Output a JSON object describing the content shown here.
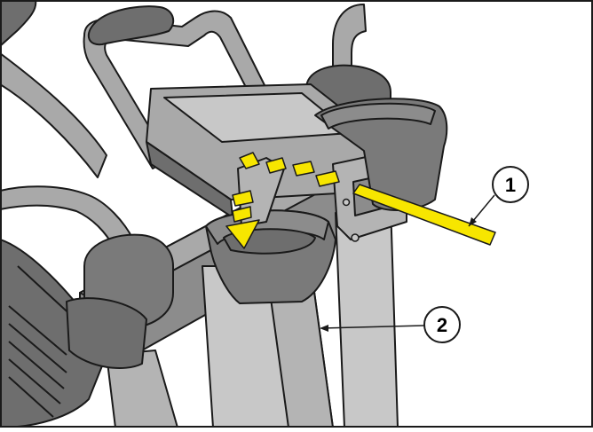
{
  "figure": {
    "style": "technical-line-illustration",
    "subject": "exercise-machine-console-bracket-assembly"
  },
  "colors": {
    "outline": "#1a1a1a",
    "handle_dark": "#6e6e6e",
    "handle_light": "#a9a9a9",
    "body_mid": "#8c8c8c",
    "body_light": "#b4b4b4",
    "body_lighter": "#c8c8c8",
    "cup_dark": "#7a7a7a",
    "strip_yellow": "#f7e600",
    "background": "#ffffff"
  },
  "callouts": [
    {
      "id": "1",
      "label": "1"
    },
    {
      "id": "2",
      "label": "2"
    }
  ]
}
